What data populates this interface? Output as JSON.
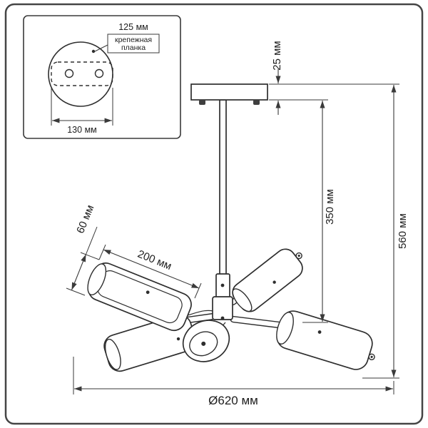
{
  "inset": {
    "hole_spacing_label": "125 мм",
    "plank_label_line1": "крепежная",
    "plank_label_line2": "планка",
    "plank_width_label": "130 мм"
  },
  "dimensions": {
    "canopy_height_label": "25 мм",
    "rod_length_label": "350 мм",
    "total_height_label": "560 мм",
    "shade_diameter_label": "60 мм",
    "shade_length_label": "200 мм",
    "total_width_label": "Ø620 мм"
  },
  "colors": {
    "line": "#3a3a3a",
    "text": "#1e1e1e",
    "background": "#ffffff"
  }
}
